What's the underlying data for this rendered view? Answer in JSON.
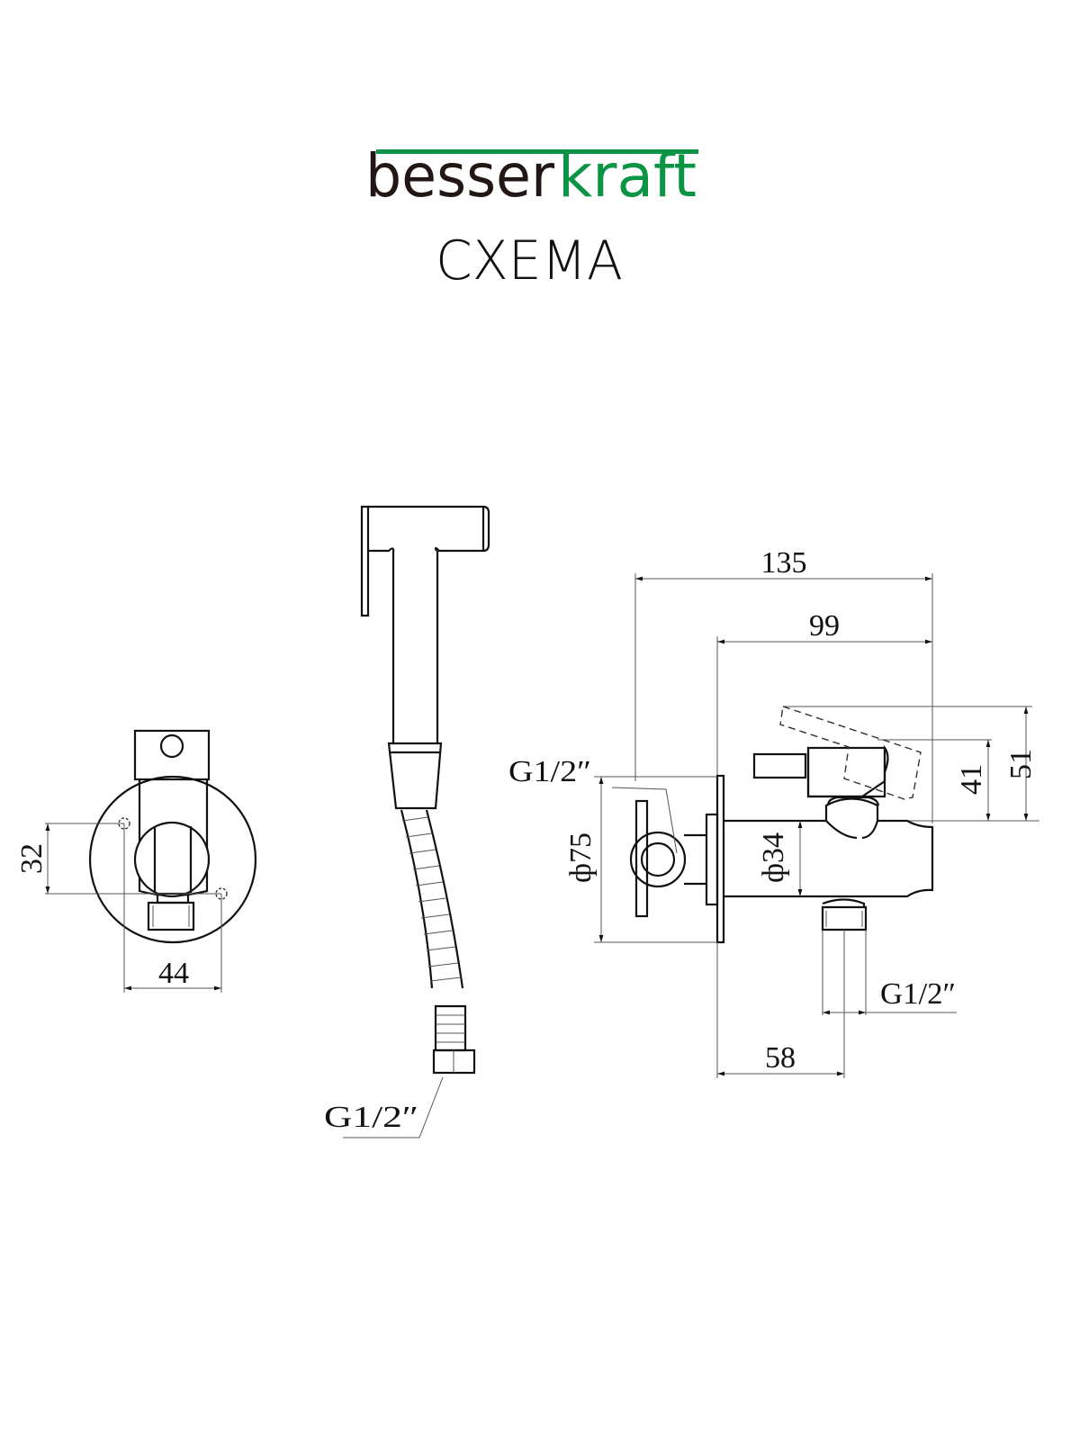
{
  "header": {
    "logo_part1": "besser",
    "logo_part2": "kraft",
    "title": "СХЕМА",
    "colors": {
      "brand_dark": "#221714",
      "brand_green": "#0a9444"
    }
  },
  "front_view": {
    "dim_vertical": "32",
    "dim_horizontal": "44"
  },
  "hand_shower": {
    "thread_label": "G1/2″"
  },
  "side_view": {
    "dim_total_width": "135",
    "dim_width_from_wall": "99",
    "dim_height_max": "51",
    "dim_height": "41",
    "dim_plate_diameter": "ф75",
    "dim_body_diameter": "ф34",
    "inlet_thread_label": "G1/2″",
    "outlet_thread_label": "G1/2″",
    "dim_outlet_offset": "58"
  }
}
